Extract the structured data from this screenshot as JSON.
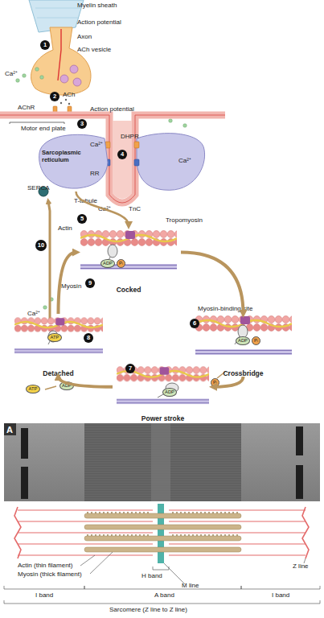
{
  "diagram": {
    "nodes": [
      {
        "text": [
          "1"
        ]
      },
      {
        "text": [
          "2"
        ]
      },
      {
        "text": [
          "3"
        ]
      },
      {
        "text": [
          "Sarcoplasmic reticulum"
        ]
      },
      {
        "text": [
          "4"
        ]
      },
      {
        "text": [
          "10"
        ]
      },
      {
        "text": [
          "5"
        ]
      },
      {
        "text": [
          "Cocked"
        ]
      },
      {
        "text": [
          "ADP"
        ],
        "in": 7
      },
      {
        "text": [
          "Pᵢ"
        ],
        "in": 7
      },
      {
        "text": [
          "9"
        ]
      },
      {
        "text": [
          "6"
        ]
      },
      {
        "text": [
          "Crossbridge"
        ]
      },
      {
        "text": [
          "ADP"
        ],
        "in": 12
      },
      {
        "text": [
          "Pᵢ"
        ],
        "in": 12
      },
      {
        "text": [
          "Detached"
        ]
      },
      {
        "text": [
          "ATP"
        ],
        "in": 15
      },
      {
        "text": [
          "8"
        ]
      },
      {
        "text": [
          "7"
        ]
      },
      {
        "text": [
          "Power stroke"
        ]
      },
      {
        "text": [
          "ADP"
        ],
        "in": 19
      },
      {
        "text": [
          "Pᵢ"
        ]
      },
      {
        "text": [
          "ATP"
        ]
      },
      {
        "text": [
          "ADP"
        ]
      }
    ],
    "edges": [
      {
        "from": 7,
        "to": 12,
        "arrow": "to"
      },
      {
        "from": 12,
        "to": 19,
        "arrow": "to"
      },
      {
        "from": 19,
        "to": 15,
        "arrow": "to"
      },
      {
        "from": 15,
        "to": 7,
        "arrow": "to"
      },
      {
        "from": 3,
        "to": 7,
        "arrow": "to"
      }
    ],
    "labels": [
      "Myelin sheath",
      "Action potential",
      "Axon",
      "ACh vesicle",
      "Ca²⁺",
      "ACh",
      "AChR",
      "Motor end plate",
      "Action potential",
      "DHPR",
      "Ca²⁺",
      "Ca²⁺",
      "RR",
      "SERCA",
      "T-tubule",
      "Ca²⁺",
      "TnC",
      "Actin",
      "Tropomyosin",
      "Myosin",
      "Myosin-binding site",
      "Ca²⁺",
      "A",
      "Actin (thin filament)",
      "Myosin (thick filament)",
      "H band",
      "M line",
      "Z line",
      "I band",
      "A band",
      "I band",
      "Sarcomere (Z line to Z line)"
    ]
  }
}
